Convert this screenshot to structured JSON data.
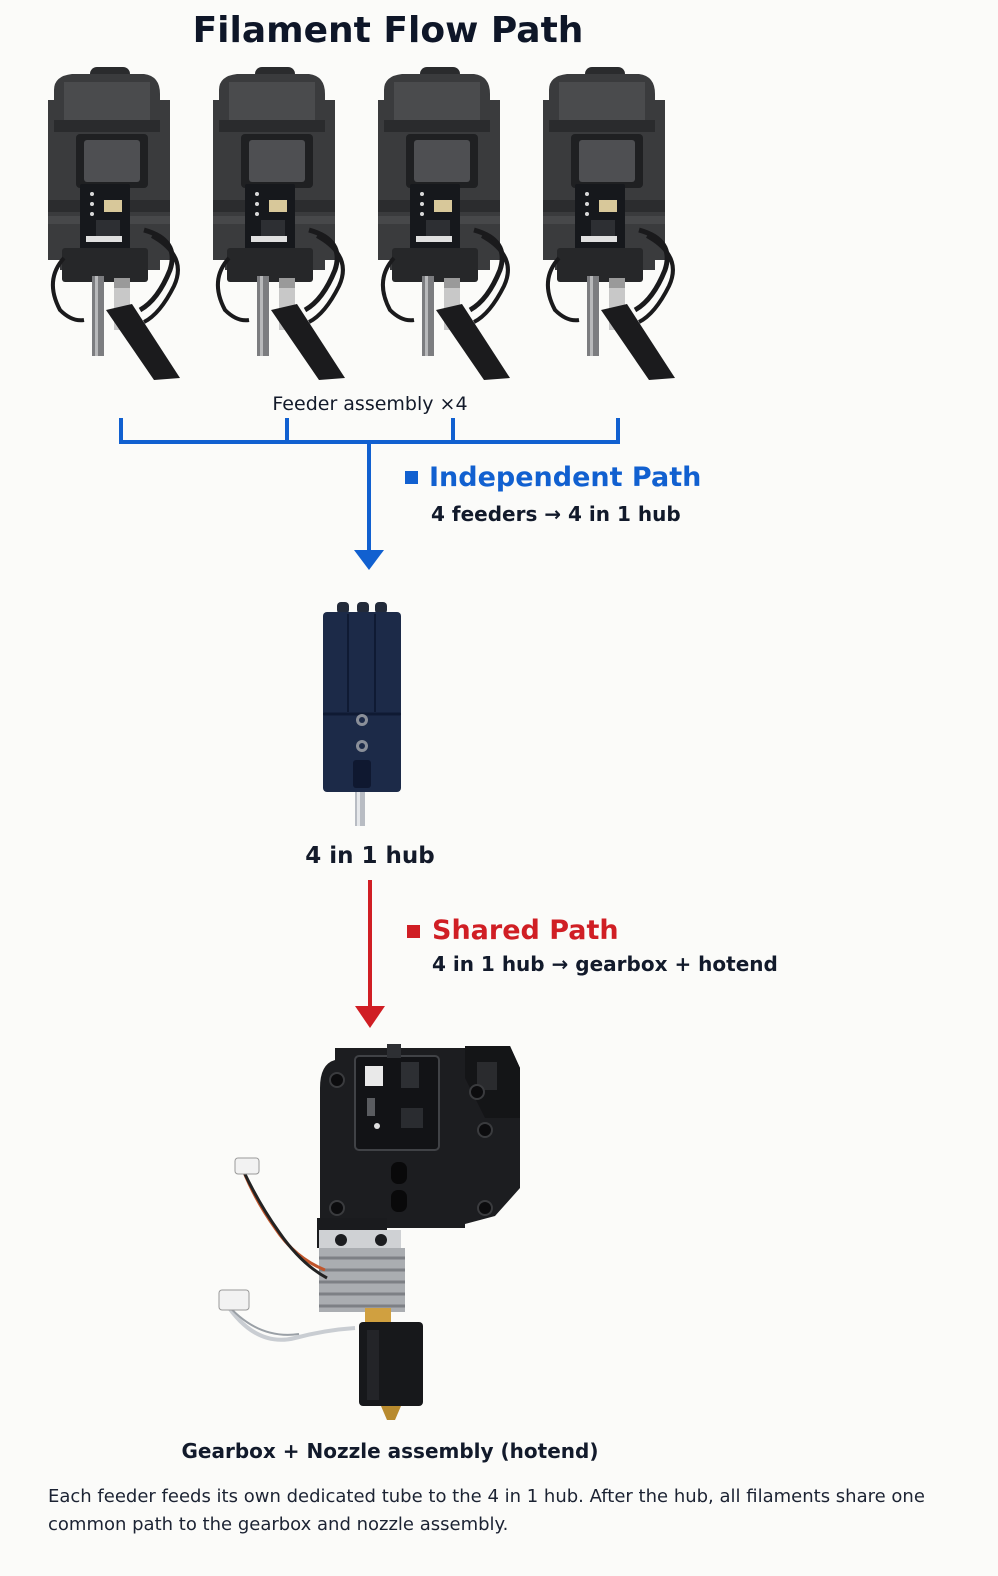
{
  "title": "Filament Flow Path",
  "feeders": {
    "caption": "Feeder assembly ×4",
    "count": 4
  },
  "independent_path": {
    "title": "Independent Path",
    "subtitle": "4 feeders → 4 in 1 hub",
    "color": "#1160d0"
  },
  "hub": {
    "caption": "4 in 1 hub",
    "body_color": "#1c2a48"
  },
  "shared_path": {
    "title": "Shared Path",
    "subtitle": "4 in 1 hub → gearbox + hotend",
    "color": "#d01e24"
  },
  "hotend": {
    "caption": "Gearbox + Nozzle assembly (hotend)"
  },
  "description": "Each feeder feeds its own dedicated tube to the 4 in 1 hub. After the hub, all filaments share one common path to the gearbox and nozzle assembly."
}
